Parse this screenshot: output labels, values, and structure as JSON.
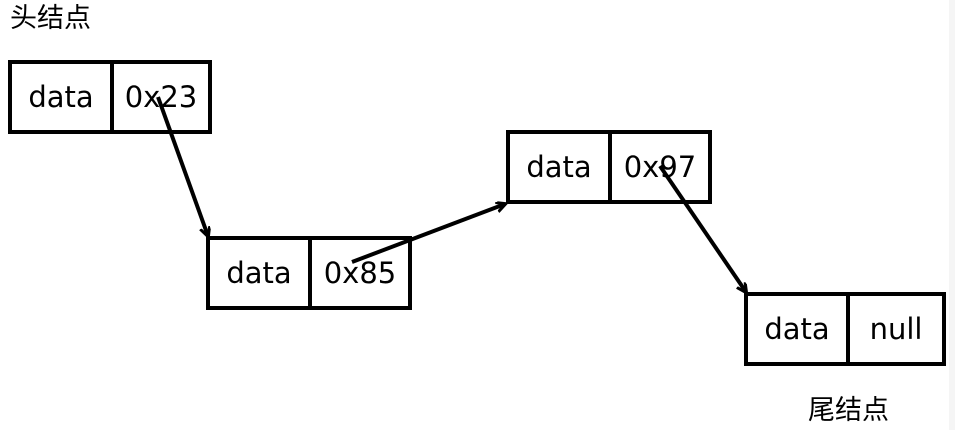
{
  "head_label": "头结点",
  "tail_label": "尾结点",
  "nodes": [
    {
      "data": "data",
      "pointer": "0x23"
    },
    {
      "data": "data",
      "pointer": "0x85"
    },
    {
      "data": "data",
      "pointer": "0x97"
    },
    {
      "data": "data",
      "pointer": "null"
    }
  ],
  "colors": {
    "line": "#000000",
    "background": "#ffffff"
  }
}
